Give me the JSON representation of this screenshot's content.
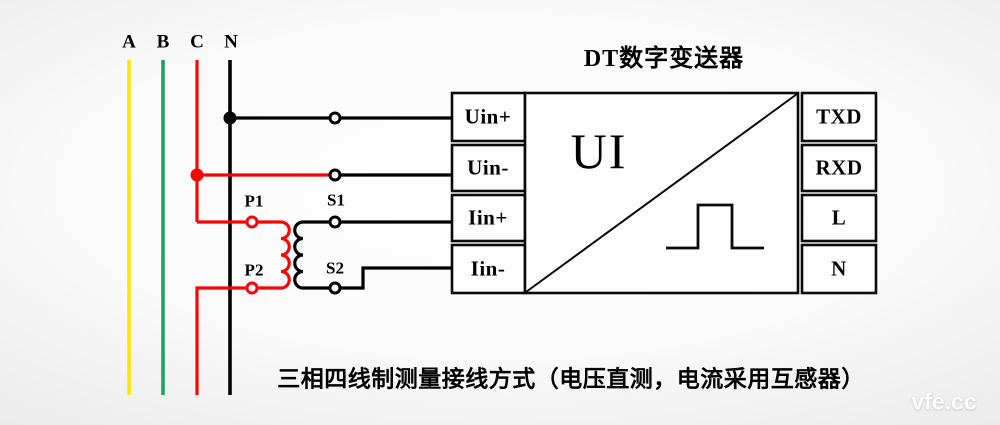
{
  "title": "DT数字变送器",
  "caption": "三相四线制测量接线方式（电压直测，电流采用互感器）",
  "watermark": "vfe.cc",
  "bus": {
    "lines": [
      {
        "label": "A",
        "color": "#ffe600"
      },
      {
        "label": "B",
        "color": "#1fa263"
      },
      {
        "label": "C",
        "color": "#f80606"
      },
      {
        "label": "N",
        "color": "#000000"
      }
    ]
  },
  "transformer": {
    "primary": {
      "p1": "P1",
      "p2": "P2",
      "color": "#f80606"
    },
    "secondary": {
      "s1": "S1",
      "s2": "S2",
      "color": "#000000"
    }
  },
  "transmitter": {
    "symbol": "UI",
    "left_terminals": [
      "Uin+",
      "Uin-",
      "Iin+",
      "Iin-"
    ],
    "right_terminals": [
      "TXD",
      "RXD",
      "L",
      "N"
    ]
  }
}
